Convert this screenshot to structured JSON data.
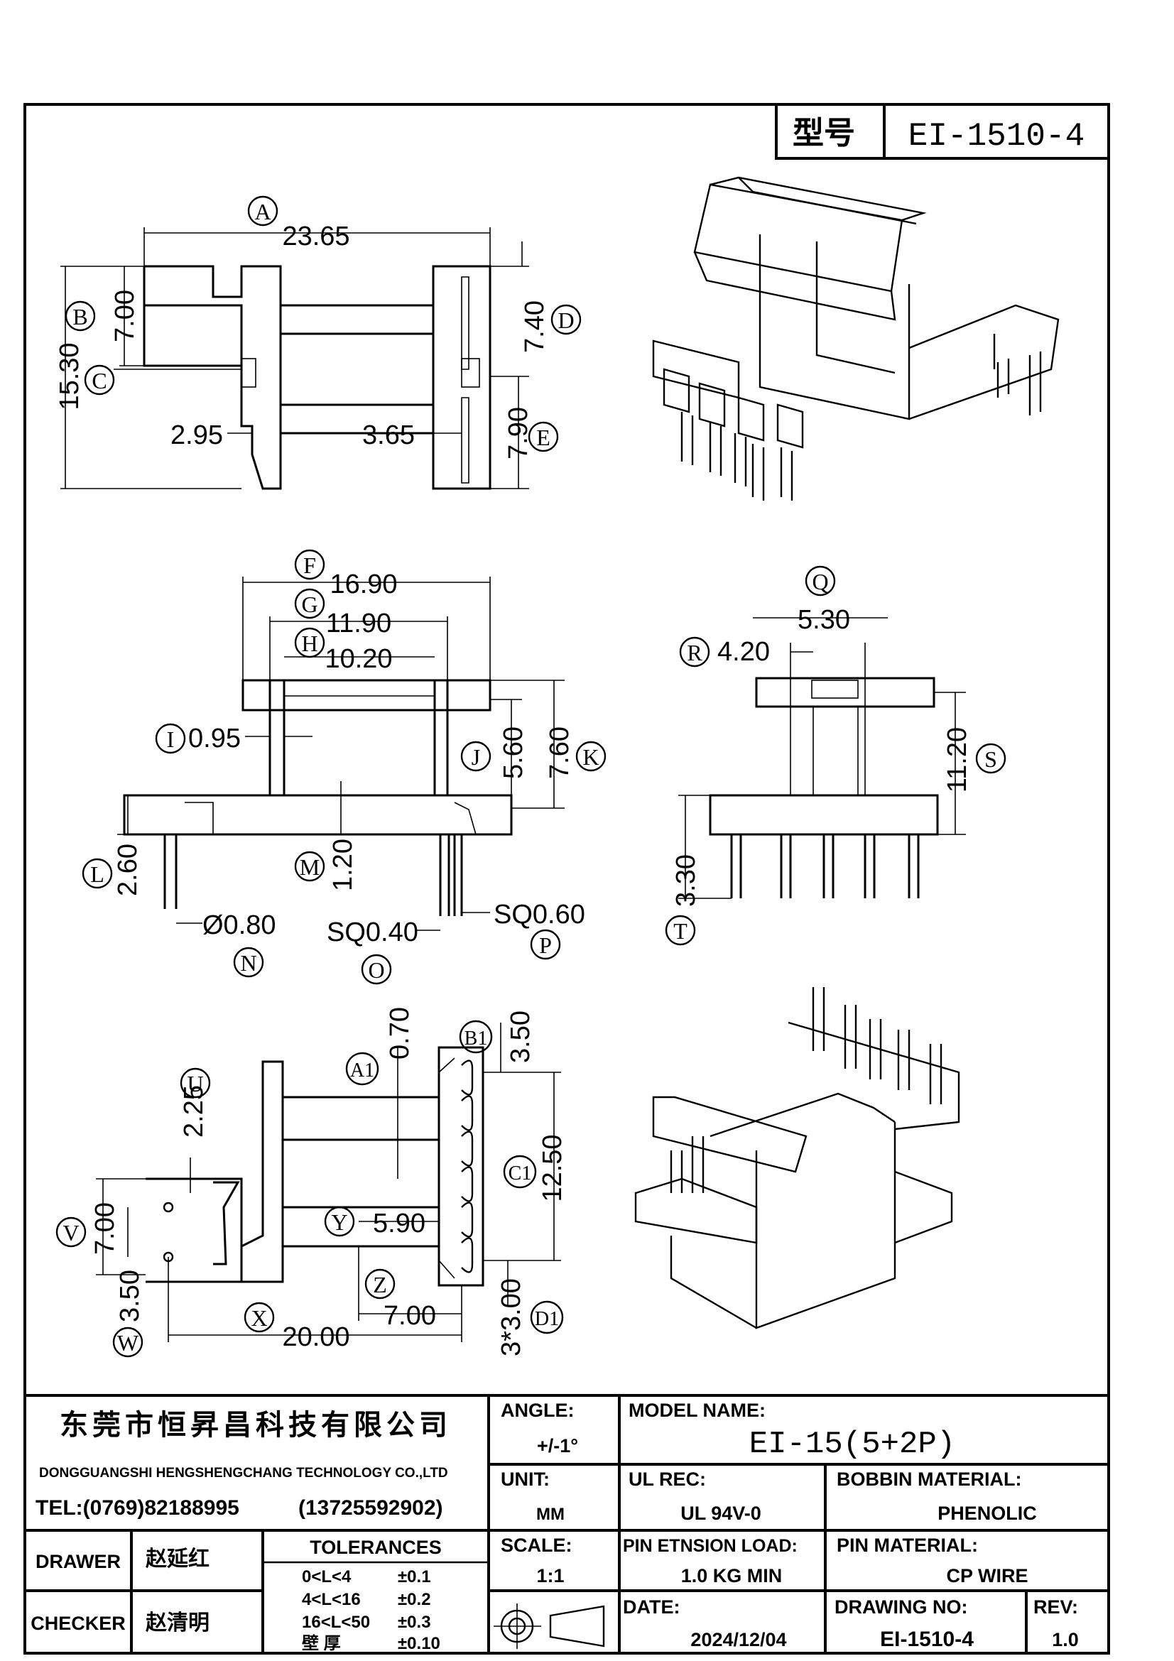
{
  "title_block_top": {
    "model_label": "型号",
    "model_value": "EI-1510-4"
  },
  "dimensions": {
    "A": "23.65",
    "B": "7.00",
    "height_total": "15.30",
    "D": "7.40",
    "E": "7.90",
    "left_offset": "2.95",
    "right_offset": "3.65",
    "F": "16.90",
    "G": "11.90",
    "H": "10.20",
    "I": "0.95",
    "J": "5.60",
    "K": "7.60",
    "L": "2.60",
    "M": "1.20",
    "N": "Ø0.80",
    "O": "SQ0.40",
    "P": "SQ0.60",
    "Q": "5.30",
    "R": "4.20",
    "S": "11.20",
    "T": "3.30",
    "A1": "0.70",
    "B1": "3.50",
    "C1": "12.50",
    "D1": "3*3.00",
    "U": "2.25",
    "V": "7.00",
    "W": "3.50",
    "X": "20.00",
    "Y": "5.90",
    "Z": "7.00"
  },
  "labels": [
    "A",
    "B",
    "C",
    "D",
    "E",
    "F",
    "G",
    "H",
    "I",
    "J",
    "K",
    "L",
    "M",
    "N",
    "O",
    "P",
    "Q",
    "R",
    "S",
    "T",
    "U",
    "V",
    "W",
    "X",
    "Y",
    "Z",
    "A1",
    "B1",
    "C1",
    "D1"
  ],
  "company": {
    "name_cn": "东莞市恒昇昌科技有限公司",
    "name_en": "DONGGUANGSHI HENGSHENGCHANG TECHNOLOGY CO.,LTD",
    "tel": "TEL:(0769)82188995",
    "mobile": "(13725592902)"
  },
  "people": {
    "drawer_label": "DRAWER",
    "drawer": "赵延红",
    "checker_label": "CHECKER",
    "checker": "赵清明"
  },
  "tolerances": {
    "title": "TOLERANCES",
    "rows": [
      {
        "range": "0<L<4",
        "value": "±0.1"
      },
      {
        "range": "4<L<16",
        "value": "±0.2"
      },
      {
        "range": "16<L<50",
        "value": "±0.3"
      },
      {
        "range": "壁    厚",
        "value": "±0.10"
      }
    ]
  },
  "angle": {
    "label": "ANGLE:",
    "value": "+/-1°"
  },
  "unit": {
    "label": "UNIT:",
    "value": "MM"
  },
  "scale": {
    "label": "SCALE:",
    "value": "1:1"
  },
  "model_name": {
    "label": "MODEL NAME:",
    "value": "EI-15(5+2P)"
  },
  "ul_rec": {
    "label": "UL REC:",
    "value": "UL 94V-0"
  },
  "bobbin_material": {
    "label": "BOBBIN MATERIAL:",
    "value": "PHENOLIC"
  },
  "pin_load": {
    "label": "PIN ETNSION LOAD:",
    "value": "1.0 KG MIN"
  },
  "pin_material": {
    "label": "PIN MATERIAL:",
    "value": "CP WIRE"
  },
  "date": {
    "label": "DATE:",
    "value": "2024/12/04"
  },
  "drawing_no": {
    "label": "DRAWING NO:",
    "value": "EI-1510-4"
  },
  "rev": {
    "label": "REV:",
    "value": "1.0"
  }
}
